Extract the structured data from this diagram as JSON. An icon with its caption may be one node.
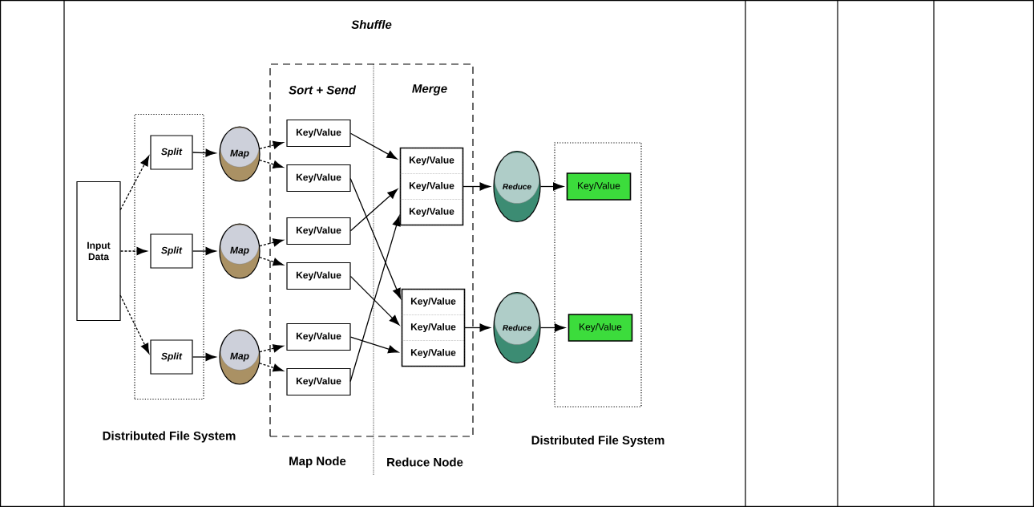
{
  "diagram": {
    "nodes": [
      {
        "text": [
          "Input Data"
        ]
      },
      {
        "text": [
          "Distributed File System"
        ]
      },
      {
        "text": [
          "Split"
        ],
        "in": 1
      },
      {
        "text": [
          "Split"
        ],
        "in": 1
      },
      {
        "text": [
          "Split"
        ],
        "in": 1
      },
      {
        "text": [
          "Map"
        ]
      },
      {
        "text": [
          "Map"
        ]
      },
      {
        "text": [
          "Map"
        ]
      },
      {
        "text": [
          "Shuffle"
        ]
      },
      {
        "text": [
          "Key/Value"
        ],
        "in": 8
      },
      {
        "text": [
          "Key/Value"
        ],
        "in": 8
      },
      {
        "text": [
          "Key/Value"
        ],
        "in": 8
      },
      {
        "text": [
          "Key/Value"
        ],
        "in": 8
      },
      {
        "text": [
          "Key/Value"
        ],
        "in": 8
      },
      {
        "text": [
          "Key/Value"
        ],
        "in": 8
      },
      {
        "text": [],
        "shape": "box",
        "in": 8
      },
      {
        "text": [
          "Key/Value"
        ],
        "in": 15
      },
      {
        "text": [
          "Key/Value"
        ],
        "in": 15
      },
      {
        "text": [
          "Key/Value"
        ],
        "in": 15
      },
      {
        "text": [],
        "shape": "box",
        "in": 8
      },
      {
        "text": [
          "Key/Value"
        ],
        "in": 19
      },
      {
        "text": [
          "Key/Value"
        ],
        "in": 19
      },
      {
        "text": [
          "Key/Value"
        ],
        "in": 19
      },
      {
        "text": [
          "Reduce"
        ]
      },
      {
        "text": [
          "Reduce"
        ]
      },
      {
        "text": [
          "Distributed File System"
        ]
      },
      {
        "text": [
          "Key/Value"
        ],
        "in": 25
      },
      {
        "text": [
          "Key/Value"
        ],
        "in": 25
      }
    ],
    "edges": [
      {
        "from": 0,
        "to": 2,
        "arrow": "to",
        "style": "dashed"
      },
      {
        "from": 0,
        "to": 3,
        "arrow": "to",
        "style": "dashed"
      },
      {
        "from": 0,
        "to": 4,
        "arrow": "to",
        "style": "dashed"
      },
      {
        "from": 2,
        "to": 5,
        "arrow": "to"
      },
      {
        "from": 3,
        "to": 6,
        "arrow": "to"
      },
      {
        "from": 4,
        "to": 7,
        "arrow": "to"
      },
      {
        "from": 5,
        "to": 9,
        "arrow": "to",
        "style": "dashed"
      },
      {
        "from": 5,
        "to": 10,
        "arrow": "to",
        "style": "dashed"
      },
      {
        "from": 6,
        "to": 11,
        "arrow": "to",
        "style": "dashed"
      },
      {
        "from": 6,
        "to": 12,
        "arrow": "to",
        "style": "dashed"
      },
      {
        "from": 7,
        "to": 13,
        "arrow": "to",
        "style": "dashed"
      },
      {
        "from": 7,
        "to": 14,
        "arrow": "to",
        "style": "dashed"
      },
      {
        "from": 9,
        "to": 16,
        "arrow": "to"
      },
      {
        "from": 10,
        "to": 20,
        "arrow": "to"
      },
      {
        "from": 11,
        "to": 17,
        "arrow": "to"
      },
      {
        "from": 12,
        "to": 21,
        "arrow": "to"
      },
      {
        "from": 13,
        "to": 22,
        "arrow": "to"
      },
      {
        "from": 14,
        "to": 18,
        "arrow": "to"
      },
      {
        "from": 17,
        "to": 23,
        "arrow": "to"
      },
      {
        "from": 21,
        "to": 24,
        "arrow": "to"
      },
      {
        "from": 23,
        "to": 26,
        "arrow": "to"
      },
      {
        "from": 24,
        "to": 27,
        "arrow": "to"
      }
    ],
    "labels": [
      "Sort + Send",
      "Merge",
      "Map Node",
      "Reduce Node"
    ]
  }
}
